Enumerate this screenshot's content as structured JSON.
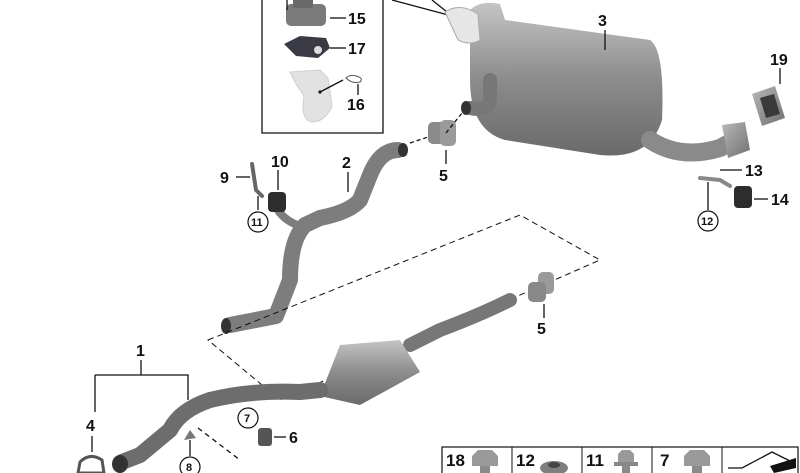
{
  "diagram": {
    "callouts": [
      {
        "id": "15",
        "part": "actuator"
      },
      {
        "id": "17",
        "part": "gasket"
      },
      {
        "id": "16",
        "part": "flap-housing"
      },
      {
        "id": "3",
        "part": "rear-muffler"
      },
      {
        "id": "19",
        "part": "tailpipe-trim"
      },
      {
        "id": "2",
        "part": "center-pipe"
      },
      {
        "id": "9",
        "part": "bracket"
      },
      {
        "id": "10",
        "part": "rubber-mount"
      },
      {
        "id": "11",
        "part": "bolt",
        "circled": true
      },
      {
        "id": "5",
        "part": "clamp"
      },
      {
        "id": "13",
        "part": "bracket"
      },
      {
        "id": "14",
        "part": "rubber-mount"
      },
      {
        "id": "12",
        "part": "nut",
        "circled": true
      },
      {
        "id": "1",
        "part": "front-pipe-catalytic-converter"
      },
      {
        "id": "4",
        "part": "clamp"
      },
      {
        "id": "5",
        "part": "clamp"
      },
      {
        "id": "7",
        "part": "bolt",
        "circled": true
      },
      {
        "id": "6",
        "part": "mount"
      },
      {
        "id": "8",
        "part": "bracket",
        "circled": true
      }
    ],
    "legend": [
      {
        "id": "18",
        "icon": "flange-bolt-icon"
      },
      {
        "id": "12",
        "icon": "nut-icon"
      },
      {
        "id": "11",
        "icon": "collar-bolt-icon"
      },
      {
        "id": "7",
        "icon": "hex-bolt-icon"
      },
      {
        "id": "",
        "icon": "orientation-pictogram-icon"
      }
    ],
    "colors": {
      "part": "#8a8a8a",
      "part_dark": "#555555",
      "line": "#111111"
    }
  }
}
